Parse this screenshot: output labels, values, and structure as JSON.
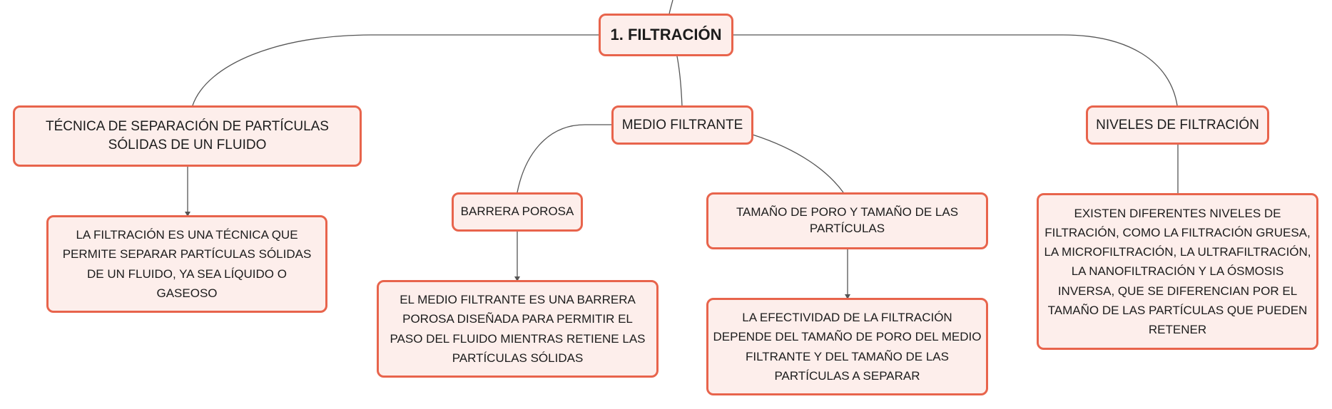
{
  "colors": {
    "node_fill": "#fdeeeb",
    "node_border": "#e8644c",
    "connector": "#555555",
    "text": "#1c1c1c"
  },
  "root": {
    "label": "1. FILTRACIÓN"
  },
  "topics": [
    {
      "label": "TÉCNICA DE SEPARACIÓN DE PARTÍCULAS SÓLIDAS DE UN FLUIDO",
      "detail": "LA FILTRACIÓN ES UNA TÉCNICA QUE PERMITE SEPARAR PARTÍCULAS SÓLIDAS DE UN FLUIDO, YA SEA LÍQUIDO O GASEOSO"
    },
    {
      "label": "MEDIO FILTRANTE",
      "subtopics": [
        {
          "label": "BARRERA POROSA",
          "detail": "EL MEDIO FILTRANTE ES UNA BARRERA POROSA DISEÑADA PARA PERMITIR EL PASO DEL FLUIDO MIENTRAS RETIENE LAS PARTÍCULAS SÓLIDAS"
        },
        {
          "label": "TAMAÑO DE PORO Y TAMAÑO DE LAS PARTÍCULAS",
          "detail": "LA EFECTIVIDAD DE LA FILTRACIÓN DEPENDE DEL TAMAÑO DE PORO DEL MEDIO FILTRANTE Y DEL TAMAÑO DE LAS PARTÍCULAS A SEPARAR"
        }
      ]
    },
    {
      "label": "NIVELES DE FILTRACIÓN",
      "detail": "EXISTEN DIFERENTES NIVELES DE FILTRACIÓN, COMO LA FILTRACIÓN GRUESA, LA MICROFILTRACIÓN, LA ULTRAFILTRACIÓN, LA NANOFILTRACIÓN Y LA ÓSMOSIS INVERSA, QUE SE DIFERENCIAN POR EL TAMAÑO DE LAS PARTÍCULAS QUE PUEDEN RETENER"
    }
  ]
}
